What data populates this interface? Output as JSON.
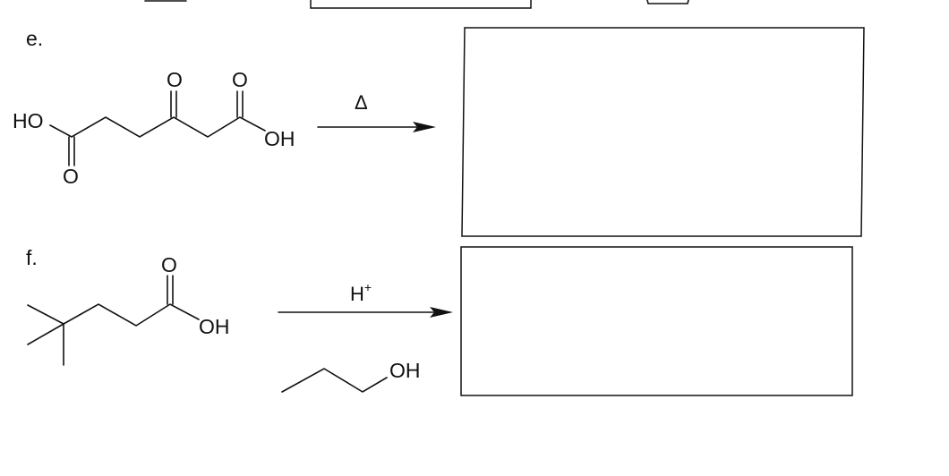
{
  "problem_e": {
    "label": "e.",
    "molecule_atoms": {
      "ho_left": "HO",
      "o_top_1": "O",
      "o_top_2": "O",
      "oh_right": "OH",
      "o_bottom": "O"
    },
    "condition": "Δ"
  },
  "problem_f": {
    "label": "f.",
    "molecule_atoms": {
      "o_top": "O",
      "oh": "OH"
    },
    "condition_base": "H",
    "condition_sup": "+",
    "reagent_atoms": {
      "oh": "OH"
    }
  }
}
